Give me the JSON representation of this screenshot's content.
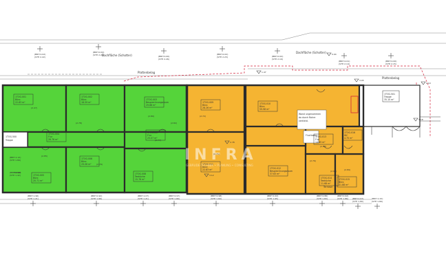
{
  "plan": {
    "labels": {
      "dach_left": "Dachfläche (Schotter)",
      "dach_right": "Dachfläche (Schotter)",
      "platte_left": "Plattenbelag",
      "platte_right": "Plattenbelag",
      "wand_note_1": "Wand ungenommen",
      "wand_note_2": "da durch Rohre",
      "wand_note_3": "verkleid.",
      "flucht": "Fluchtweg",
      "terrasse": "Terrasse"
    },
    "rooms_green": [
      {
        "id": "1TOG.001",
        "name": "Büro",
        "area": "22.83 m²"
      },
      {
        "id": "1TOG.002",
        "name": "Büro",
        "area": "18.59 m²"
      },
      {
        "id": "1TOG.003",
        "name": "Besprechnungsraum",
        "area": "29.88 m²"
      },
      {
        "id": "1TOG.004",
        "name": "Flur",
        "area": "28.76 m²"
      },
      {
        "id": "1TOG.005",
        "name": "Büro",
        "area": "20.71 m²"
      },
      {
        "id": "1TOG.006",
        "name": "Büro",
        "area": "29.06 m²"
      },
      {
        "id": "1TOG.007",
        "name": "Flur",
        "area": "25.07 m²"
      },
      {
        "id": "1TOG.008",
        "name": "Teeküche",
        "area": "15.76 m²"
      }
    ],
    "rooms_orange": [
      {
        "id": "1TOG.009",
        "name": "Büro",
        "area": "28.26 m²"
      },
      {
        "id": "1TOG.010",
        "name": "Büro",
        "area": "59.98 m²"
      },
      {
        "id": "1TOG.011",
        "name": "Büro",
        "area": "22.83 m²"
      },
      {
        "id": "1TOG.012",
        "name": "Besprechnungsraum",
        "area": "37.63 m²"
      },
      {
        "id": "1TOG.013",
        "name": "Flur",
        "area": "14.85 m²"
      },
      {
        "id": "1TOG.014",
        "name": "Teeküche",
        "area": "11.68 m²"
      },
      {
        "id": "1TOG.015",
        "name": "Büro",
        "area": "11.88 m²"
      },
      {
        "id": "1TOG.016",
        "name": "WC",
        "area": "4.70 m²"
      }
    ],
    "room_white": {
      "id": "1TOG.500",
      "name": "Treppe",
      "area": "14.11 m²"
    },
    "room_stair": {
      "id": "1TOG.501",
      "name": "Treppe",
      "area": "35.10 m²"
    },
    "small_labels": [
      "Podest",
      "(2.47)",
      "(2.78)",
      "(2.80)",
      "(2.82)",
      "(2.85)",
      "(2.79)",
      "(2.77)",
      "(2.72)",
      "(2.71)",
      "(2.76)",
      "(2.95)",
      "(2.89)",
      "(2.88)"
    ],
    "elev_markers": [
      {
        "a": "(BRH 0.02)",
        "b": "(STH 2.22)"
      },
      {
        "a": "(BRH 0.04)",
        "b": "(STH 2.24)"
      },
      {
        "a": "(BRH 0.00)",
        "b": "(STH 2.26)"
      },
      {
        "a": "(BRH 0.02)",
        "b": "(STH 2.23)"
      },
      {
        "a": "(BRH 0.02)",
        "b": "(STH 2.19)"
      },
      {
        "a": "(BRH 0.01)",
        "b": "(STH 2.14)"
      },
      {
        "a": "(BRH 0.00)",
        "b": "(STH 2.15)"
      }
    ],
    "bottom_markers": [
      {
        "a": "(BRH 1.96)",
        "b": "(STH 1.21)"
      },
      {
        "a": "(BRH 0.92)",
        "b": "(STH 1.96)"
      },
      {
        "a": "(BRH 1.07)",
        "b": "(STH 1.21)"
      },
      {
        "a": "(BRH 0.97)",
        "b": "(STH 1.66)"
      },
      {
        "a": "(BRH 0.98)",
        "b": "(STH 1.60)"
      },
      {
        "a": "(BRH 1.02)",
        "b": "(STH 1.95)"
      },
      {
        "a": "(BRH 0.86)",
        "b": "(STH 1.83)"
      },
      {
        "a": "(BRH 0.92)",
        "b": "(STH 1.86)"
      },
      {
        "a": "(BRH 0.97)",
        "b": "(STH 1.80)"
      },
      {
        "a": "(BRH 1.22)",
        "b": "(STH 1.66)"
      }
    ],
    "left_markers": [
      {
        "a": "(BRH 1.12)",
        "b": "(STH 1.89)"
      },
      {
        "a": "(BRH 0.98)",
        "b": "(STH 1.42)"
      }
    ],
    "level_marks": [
      "1.47",
      "0.94",
      "3.05",
      "2.19",
      "3.18",
      "2.78",
      "3.12"
    ],
    "watermark_main": "INFRA",
    "watermark_sub": "GEBÄUDE-TECHNIK • PLANUNG • CONSULTING"
  }
}
